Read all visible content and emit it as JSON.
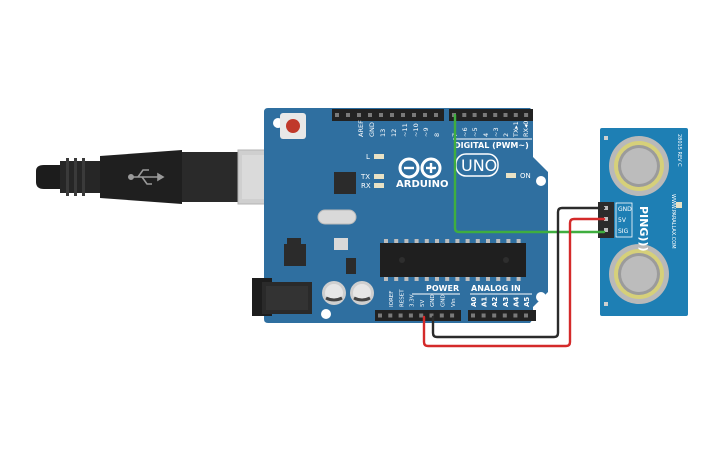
{
  "board": {
    "name": "UNO",
    "brand": "ARDUINO",
    "color": "#2f6fa0",
    "on_label": "ON",
    "digital_header_label": "DIGITAL (PWM~)",
    "power_label": "POWER",
    "analog_label": "ANALOG IN",
    "led_labels": [
      "L",
      "TX",
      "RX"
    ],
    "digital_pins": [
      "AREF",
      "GND",
      "13",
      "12",
      "~11",
      "~10",
      "~9",
      "8",
      "7",
      "~6",
      "~5",
      "4",
      "~3",
      "2",
      "TX▸1",
      "RX◂0"
    ],
    "power_pins": [
      "IOREF",
      "RESET",
      "3.3V",
      "5V",
      "GND",
      "GND",
      "Vin"
    ],
    "analog_pins": [
      "A0",
      "A1",
      "A2",
      "A3",
      "A4",
      "A5"
    ]
  },
  "sensor": {
    "name": "PING)))",
    "website": "WWW.PARALLAX.COM",
    "rev": "28015 REV C",
    "pins": [
      "GND",
      "5V",
      "SIG"
    ],
    "color": "#1e7fb4"
  },
  "wires": {
    "signal_color": "#3fae3f",
    "power_color": "#d42a2a",
    "ground_color": "#2b2b2b"
  },
  "cable": {
    "color": "#222222",
    "connector_color": "#cfcfcf"
  }
}
